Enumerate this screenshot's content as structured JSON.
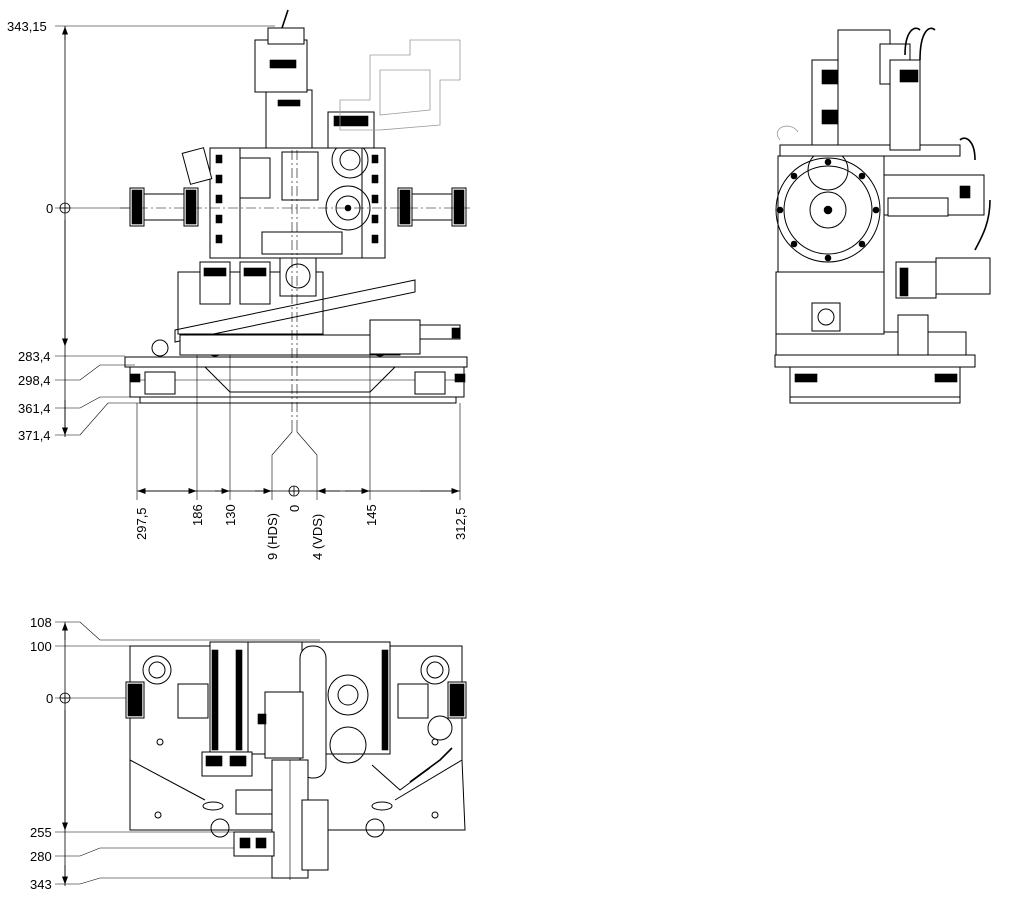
{
  "front_view": {
    "vertical_dims": [
      "343,15",
      "0",
      "283,4",
      "298,4",
      "361,4",
      "371,4"
    ],
    "horizontal_dims": [
      "297,5",
      "186",
      "130",
      "9 (HDS)",
      "0",
      "4 (VDS)",
      "145",
      "312,5"
    ]
  },
  "top_view": {
    "vertical_dims": [
      "108",
      "100",
      "0",
      "255",
      "280",
      "343"
    ]
  }
}
